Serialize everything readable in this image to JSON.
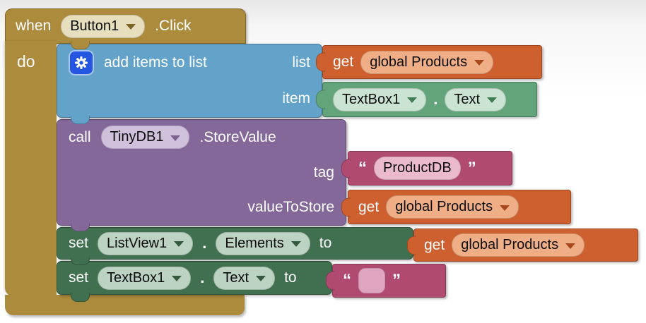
{
  "colors": {
    "event_gold": "#ad8b3d",
    "gold_pill": "#e7debd",
    "list_blue": "#63a2c9",
    "gear_blue": "#2456e2",
    "procedure_purple": "#84689a",
    "purple_pill": "#cfc0dc",
    "setter_green": "#40704f",
    "setter_pill": "#bcd2c2",
    "getter_green": "#63a47b",
    "getter_pill": "#cbe3d2",
    "variable_orange": "#ce5f2f",
    "orange_pill": "#f0ae87",
    "text_pink": "#b04a70",
    "pink_pill": "#ebbacf"
  },
  "event_block": {
    "keyword": "when",
    "component": "Button1",
    "event": ".Click",
    "do_label": "do"
  },
  "add_items_block": {
    "title": "add items to list",
    "list_label": "list",
    "item_label": "item"
  },
  "variable_getters": [
    {
      "keyword": "get",
      "variable": "global Products"
    },
    {
      "keyword": "get",
      "variable": "global Products"
    },
    {
      "keyword": "get",
      "variable": "global Products"
    }
  ],
  "property_getter": {
    "component": "TextBox1",
    "separator": ".",
    "property": "Text"
  },
  "call_block": {
    "keyword": "call",
    "component": "TinyDB1",
    "method": ".StoreValue",
    "tag_label": "tag",
    "value_label": "valueToStore"
  },
  "tag_string_block": {
    "open_quote": "“",
    "text": "ProductDB",
    "close_quote": "”"
  },
  "setters": [
    {
      "keyword": "set",
      "component": "ListView1",
      "separator": ".",
      "property": "Elements",
      "to_label": "to"
    },
    {
      "keyword": "set",
      "component": "TextBox1",
      "separator": ".",
      "property": "Text",
      "to_label": "to"
    }
  ],
  "empty_string_block": {
    "open_quote": "“",
    "text": "",
    "close_quote": "”"
  }
}
